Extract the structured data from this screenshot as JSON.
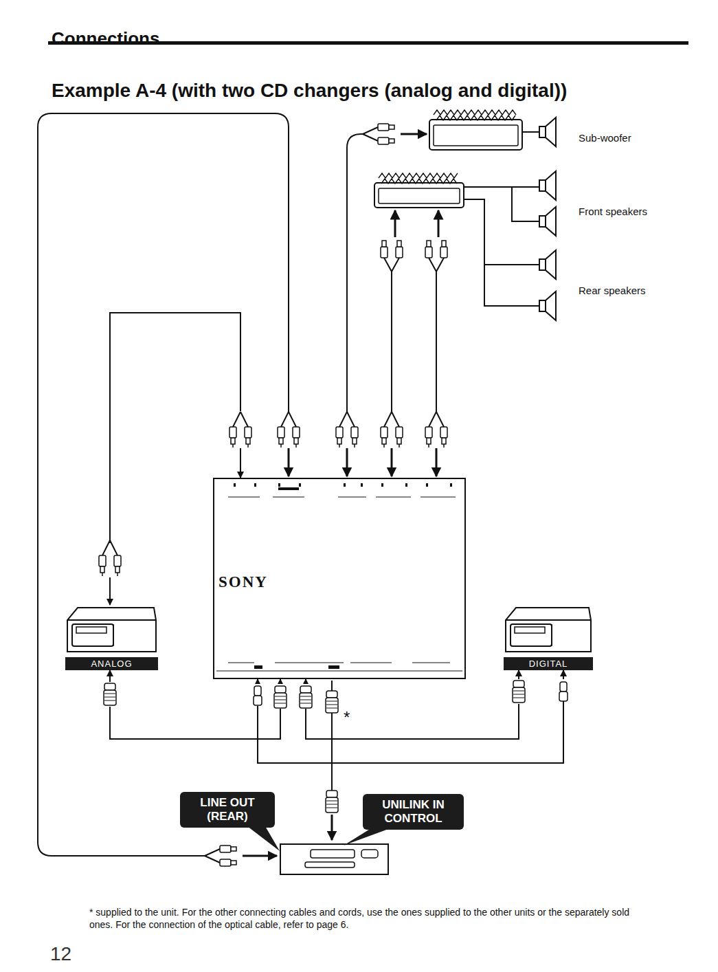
{
  "diagram": {
    "title": "Example A-4 (with two CD changers (analog and digital))",
    "nodes": [
      {
        "text": [
          "SONY"
        ]
      },
      {
        "text": [
          "ANALOG"
        ]
      },
      {
        "text": [
          "DIGITAL"
        ]
      },
      {
        "text": [
          "LINE OUT (REAR)"
        ]
      },
      {
        "text": [
          "UNILINK IN CONTROL"
        ]
      }
    ],
    "edges": [
      {
        "from": 1,
        "to": 0,
        "arrow": "both"
      },
      {
        "from": 1,
        "to": 0,
        "arrow": "both"
      },
      {
        "from": 0,
        "to": 2,
        "arrow": "both"
      },
      {
        "from": 0,
        "to": 2,
        "arrow": "both"
      }
    ],
    "labels": [
      "Connections",
      "Sub-woofer",
      "Front speakers",
      "Rear speakers",
      "*",
      "* supplied to the unit. For the other connecting cables and cords, use the ones supplied to the other units or the separately sold ones. For the connection of the optical cable, refer to page 6.",
      "12"
    ]
  }
}
